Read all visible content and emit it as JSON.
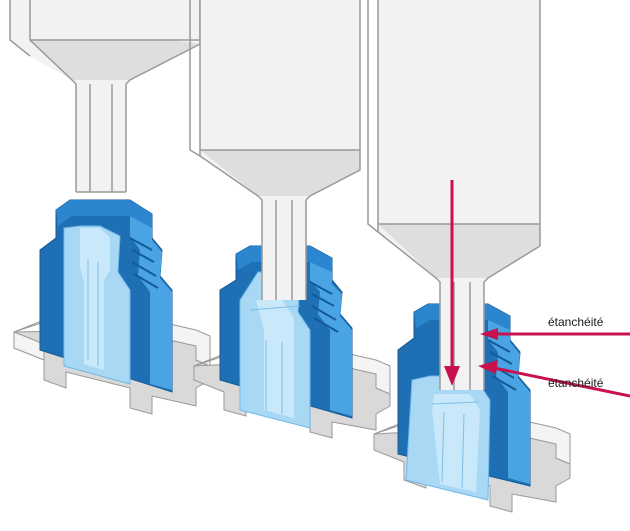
{
  "labels": {
    "seal_upper": "étanchéité",
    "seal_lower": "étanchéité"
  },
  "colors": {
    "syringe_fill": "#f2f2f2",
    "syringe_shade": "#dedede",
    "syringe_stroke": "#9a9a9a",
    "cap_dark": "#1f6fb5",
    "cap_mid": "#2c86cf",
    "cap_light": "#4aa3e3",
    "inner_light": "#a9d8f5",
    "inner_lighter": "#c9e8fa",
    "base_fill": "#f4f4f4",
    "base_shade": "#d9d9d9",
    "arrow": "#c8124f"
  },
  "panels": [
    {
      "state": "syringe-above-connector"
    },
    {
      "state": "syringe-tip-touching-connector"
    },
    {
      "state": "syringe-inserted-sealed"
    }
  ]
}
